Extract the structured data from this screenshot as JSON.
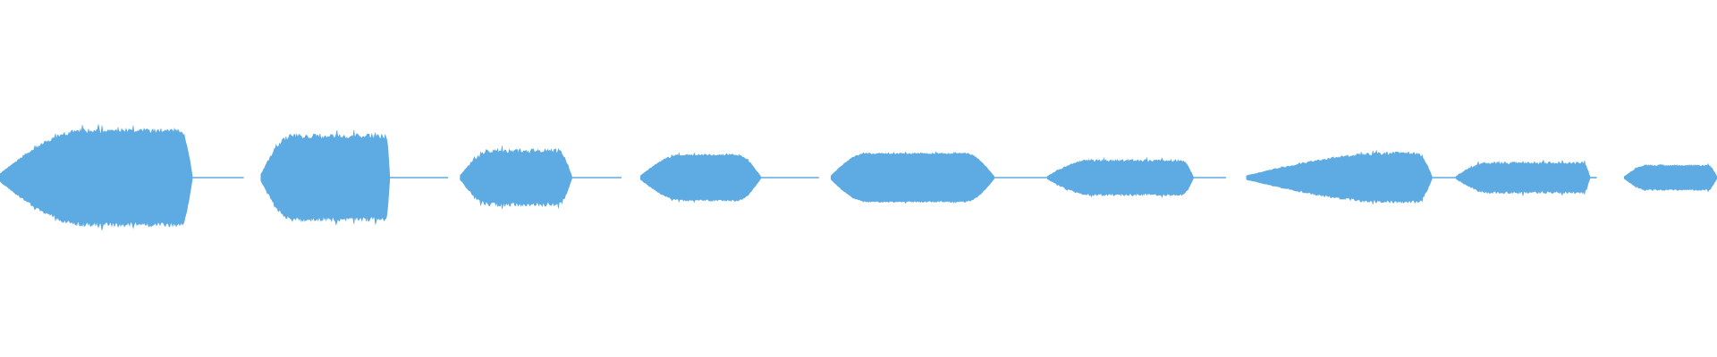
{
  "waveform": {
    "color": "#5DABE2",
    "background": "#FFFFFF",
    "segments": [
      {
        "kind": "burst",
        "start": 0.0,
        "end": 0.112,
        "amp": 0.46,
        "attack": 0.45,
        "release": 0.06,
        "jitter": 0.1
      },
      {
        "kind": "silence",
        "start": 0.112,
        "end": 0.142
      },
      {
        "kind": "burst",
        "start": 0.152,
        "end": 0.227,
        "amp": 0.41,
        "attack": 0.25,
        "release": 0.03,
        "jitter": 0.12
      },
      {
        "kind": "silence",
        "start": 0.227,
        "end": 0.261
      },
      {
        "kind": "burst",
        "start": 0.268,
        "end": 0.333,
        "amp": 0.27,
        "attack": 0.28,
        "release": 0.12,
        "jitter": 0.16
      },
      {
        "kind": "silence",
        "start": 0.333,
        "end": 0.362
      },
      {
        "kind": "burst",
        "start": 0.373,
        "end": 0.443,
        "amp": 0.22,
        "attack": 0.35,
        "release": 0.2,
        "jitter": 0.08
      },
      {
        "kind": "silence",
        "start": 0.443,
        "end": 0.477
      },
      {
        "kind": "burst",
        "start": 0.484,
        "end": 0.579,
        "amp": 0.23,
        "attack": 0.22,
        "release": 0.18,
        "jitter": 0.06
      },
      {
        "kind": "silence",
        "start": 0.579,
        "end": 0.61
      },
      {
        "kind": "burst",
        "start": 0.61,
        "end": 0.695,
        "amp": 0.17,
        "attack": 0.3,
        "release": 0.08,
        "jitter": 0.14
      },
      {
        "kind": "silence",
        "start": 0.695,
        "end": 0.714
      },
      {
        "kind": "burst",
        "start": 0.726,
        "end": 0.834,
        "amp": 0.24,
        "attack": 0.8,
        "release": 0.08,
        "jitter": 0.12
      },
      {
        "kind": "silence",
        "start": 0.834,
        "end": 0.848
      },
      {
        "kind": "burst",
        "start": 0.848,
        "end": 0.926,
        "amp": 0.15,
        "attack": 0.25,
        "release": 0.05,
        "jitter": 0.18
      },
      {
        "kind": "silence",
        "start": 0.926,
        "end": 0.93
      },
      {
        "kind": "burst",
        "start": 0.946,
        "end": 1.0,
        "amp": 0.12,
        "attack": 0.25,
        "release": 0.1,
        "jitter": 0.12
      }
    ]
  }
}
